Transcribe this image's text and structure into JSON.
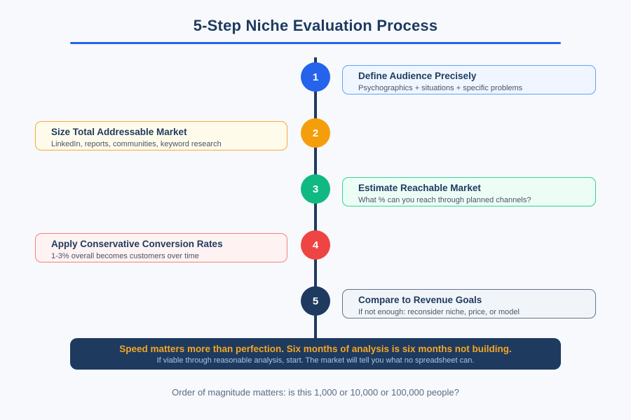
{
  "page": {
    "title": "5-Step Niche Evaluation Process",
    "footer_note": "Order of magnitude matters: is this 1,000 or 10,000 or 100,000 people?",
    "background_color": "#f7f9fc",
    "title_color": "#1e3a5f",
    "underline_color": "#2563eb",
    "timeline_color": "#1e3a5f"
  },
  "steps": [
    {
      "number": "1",
      "side": "right",
      "title": "Define Audience Precisely",
      "subtitle": "Psychographics + situations + specific problems",
      "circle_color": "#2563eb",
      "box_bg": "#eff6ff",
      "box_border": "#60a5fa"
    },
    {
      "number": "2",
      "side": "left",
      "title": "Size Total Addressable Market",
      "subtitle": "LinkedIn, reports, communities, keyword research",
      "circle_color": "#f59e0b",
      "box_bg": "#fffbeb",
      "box_border": "#f5a93b"
    },
    {
      "number": "3",
      "side": "right",
      "title": "Estimate Reachable Market",
      "subtitle": "What % can you reach through planned channels?",
      "circle_color": "#10b981",
      "box_bg": "#ecfdf5",
      "box_border": "#34d399"
    },
    {
      "number": "4",
      "side": "left",
      "title": "Apply Conservative Conversion Rates",
      "subtitle": "1-3% overall becomes customers over time",
      "circle_color": "#ef4444",
      "box_bg": "#fef2f2",
      "box_border": "#f48181"
    },
    {
      "number": "5",
      "side": "right",
      "title": "Compare to Revenue Goals",
      "subtitle": "If not enough: reconsider niche, price, or model",
      "circle_color": "#1e3a5f",
      "box_bg": "#f1f5f9",
      "box_border": "#64748b"
    }
  ],
  "banner": {
    "headline": "Speed matters more than perfection. Six months of analysis is six months not building.",
    "subline": "If viable through reasonable analysis, start. The market will tell you what no spreadsheet can.",
    "bg_color": "#1e3a5f",
    "headline_color": "#f5a623",
    "subline_color": "#a9c6e8"
  }
}
